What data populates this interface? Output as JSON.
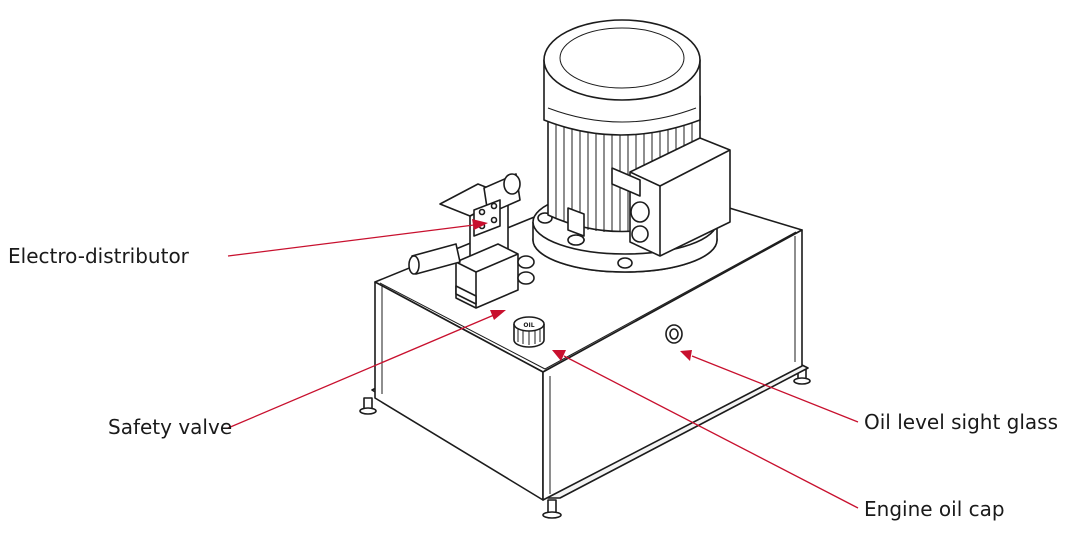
{
  "labels": {
    "electro_distributor": "Electro-distributor",
    "safety_valve": "Safety valve",
    "oil_level_sight_glass": "Oil level sight glass",
    "engine_oil_cap": "Engine oil cap"
  },
  "cap_marking": "OIL",
  "colors": {
    "leader": "#c8102e",
    "outline": "#1c1c1c",
    "background": "#ffffff"
  }
}
